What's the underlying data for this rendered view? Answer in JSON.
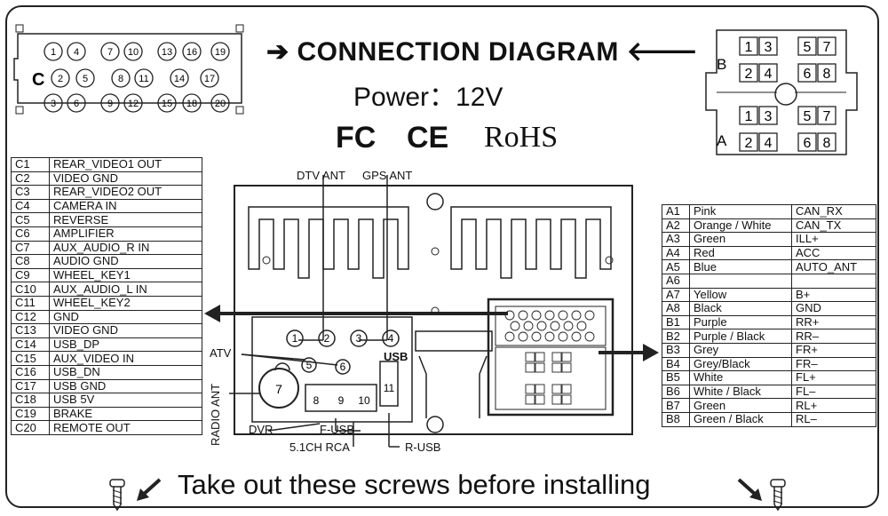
{
  "title": {
    "left_arrow": "➔",
    "text": "CONNECTION DIAGRAM",
    "right_arrow": "🡐"
  },
  "power": "Power：12V",
  "certs": {
    "fc": "FC",
    "ce": "CE",
    "rohs": "RoHS"
  },
  "connector_c": {
    "label": "C",
    "row1": [
      "1",
      "4",
      "7",
      "10",
      "13",
      "16",
      "19"
    ],
    "row2": [
      "2",
      "5",
      "8",
      "11",
      "14",
      "17"
    ],
    "row3": [
      "3",
      "6",
      "9",
      "12",
      "15",
      "18",
      "20"
    ]
  },
  "connector_ab": {
    "label_b": "B",
    "label_a": "A",
    "pins_top": [
      "1",
      "3",
      "5",
      "7"
    ],
    "pins_bottom": [
      "2",
      "4",
      "6",
      "8"
    ]
  },
  "c_pins": [
    {
      "code": "C1",
      "name": "REAR_VIDEO1 OUT"
    },
    {
      "code": "C2",
      "name": "VIDEO GND"
    },
    {
      "code": "C3",
      "name": "REAR_VIDEO2 OUT"
    },
    {
      "code": "C4",
      "name": "CAMERA IN"
    },
    {
      "code": "C5",
      "name": "REVERSE"
    },
    {
      "code": "C6",
      "name": "AMPLIFIER"
    },
    {
      "code": "C7",
      "name": "AUX_AUDIO_R IN"
    },
    {
      "code": "C8",
      "name": "AUDIO GND"
    },
    {
      "code": "C9",
      "name": "WHEEL_KEY1"
    },
    {
      "code": "C10",
      "name": "AUX_AUDIO_L IN"
    },
    {
      "code": "C11",
      "name": "WHEEL_KEY2"
    },
    {
      "code": "C12",
      "name": "GND"
    },
    {
      "code": "C13",
      "name": "VIDEO GND"
    },
    {
      "code": "C14",
      "name": "USB_DP"
    },
    {
      "code": "C15",
      "name": "AUX_VIDEO IN"
    },
    {
      "code": "C16",
      "name": "USB_DN"
    },
    {
      "code": "C17",
      "name": "USB GND"
    },
    {
      "code": "C18",
      "name": "USB 5V"
    },
    {
      "code": "C19",
      "name": "BRAKE"
    },
    {
      "code": "C20",
      "name": "REMOTE OUT"
    }
  ],
  "ab_pins": [
    {
      "code": "A1",
      "color": "Pink",
      "signal": "CAN_RX"
    },
    {
      "code": "A2",
      "color": "Orange / White",
      "signal": "CAN_TX"
    },
    {
      "code": "A3",
      "color": "Green",
      "signal": "ILL+"
    },
    {
      "code": "A4",
      "color": "Red",
      "signal": "ACC"
    },
    {
      "code": "A5",
      "color": "Blue",
      "signal": "AUTO_ANT"
    },
    {
      "code": "A6",
      "color": "",
      "signal": ""
    },
    {
      "code": "A7",
      "color": "Yellow",
      "signal": "B+"
    },
    {
      "code": "A8",
      "color": "Black",
      "signal": "GND"
    },
    {
      "code": "B1",
      "color": "Purple",
      "signal": "RR+"
    },
    {
      "code": "B2",
      "color": "Purple / Black",
      "signal": "RR–"
    },
    {
      "code": "B3",
      "color": "Grey",
      "signal": "FR+"
    },
    {
      "code": "B4",
      "color": "Grey/Black",
      "signal": "FR–"
    },
    {
      "code": "B5",
      "color": "White",
      "signal": "FL+"
    },
    {
      "code": "B6",
      "color": "White / Black",
      "signal": "FL–"
    },
    {
      "code": "B7",
      "color": "Green",
      "signal": "RL+"
    },
    {
      "code": "B8",
      "color": "Green / Black",
      "signal": "RL–"
    }
  ],
  "unit_labels": {
    "dtv_ant": "DTV ANT",
    "gps_ant": "GPS ANT",
    "atv": "ATV",
    "usb": "USB",
    "radio_ant": "RADIO ANT",
    "dvr": "DVR",
    "f_usb": "F-USB",
    "rca": "5.1CH RCA",
    "r_usb": "R-USB"
  },
  "unit_ports": [
    "1",
    "2",
    "3",
    "4",
    "5",
    "6",
    "7",
    "8",
    "9",
    "10",
    "11"
  ],
  "bottom_text": "Take out these screws before installing"
}
